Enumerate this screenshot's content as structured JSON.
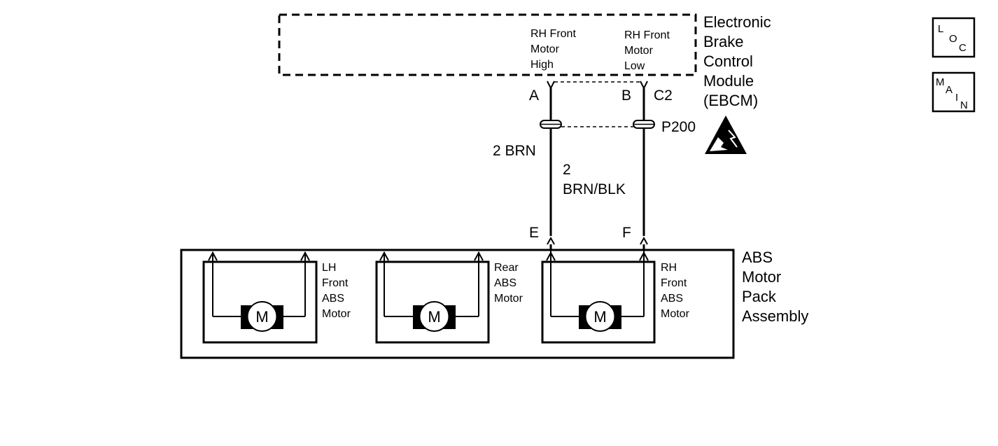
{
  "ebcm": {
    "label_lines": [
      "Electronic",
      "Brake",
      "Control",
      "Module",
      "(EBCM)"
    ],
    "pin_high_lines": [
      "RH Front",
      "Motor",
      "High"
    ],
    "pin_low_lines": [
      "RH Front",
      "Motor",
      "Low"
    ],
    "pin_a": "A",
    "pin_b": "B",
    "connector": "C2"
  },
  "inline_connector": "P200",
  "wires": [
    {
      "label_lines": [
        "2 BRN"
      ]
    },
    {
      "label_lines": [
        "2",
        "BRN/BLK"
      ]
    }
  ],
  "motor_pack": {
    "label_lines": [
      "ABS",
      "Motor",
      "Pack",
      "Assembly"
    ],
    "pin_e": "E",
    "pin_f": "F",
    "motors": [
      {
        "symbol": "M",
        "label_lines": [
          "LH",
          "Front",
          "ABS",
          "Motor"
        ]
      },
      {
        "symbol": "M",
        "label_lines": [
          "Rear",
          "ABS",
          "Motor"
        ]
      },
      {
        "symbol": "M",
        "label_lines": [
          "RH",
          "Front",
          "ABS",
          "Motor"
        ]
      }
    ]
  },
  "nav": {
    "loc_letters": [
      "L",
      "O",
      "C"
    ],
    "main_letters": [
      "M",
      "A",
      "I",
      "N"
    ]
  },
  "icons": {
    "esd": "esd-warning-icon",
    "motor": "motor-icon"
  },
  "colors": {
    "line": "#000000",
    "background": "#ffffff"
  }
}
